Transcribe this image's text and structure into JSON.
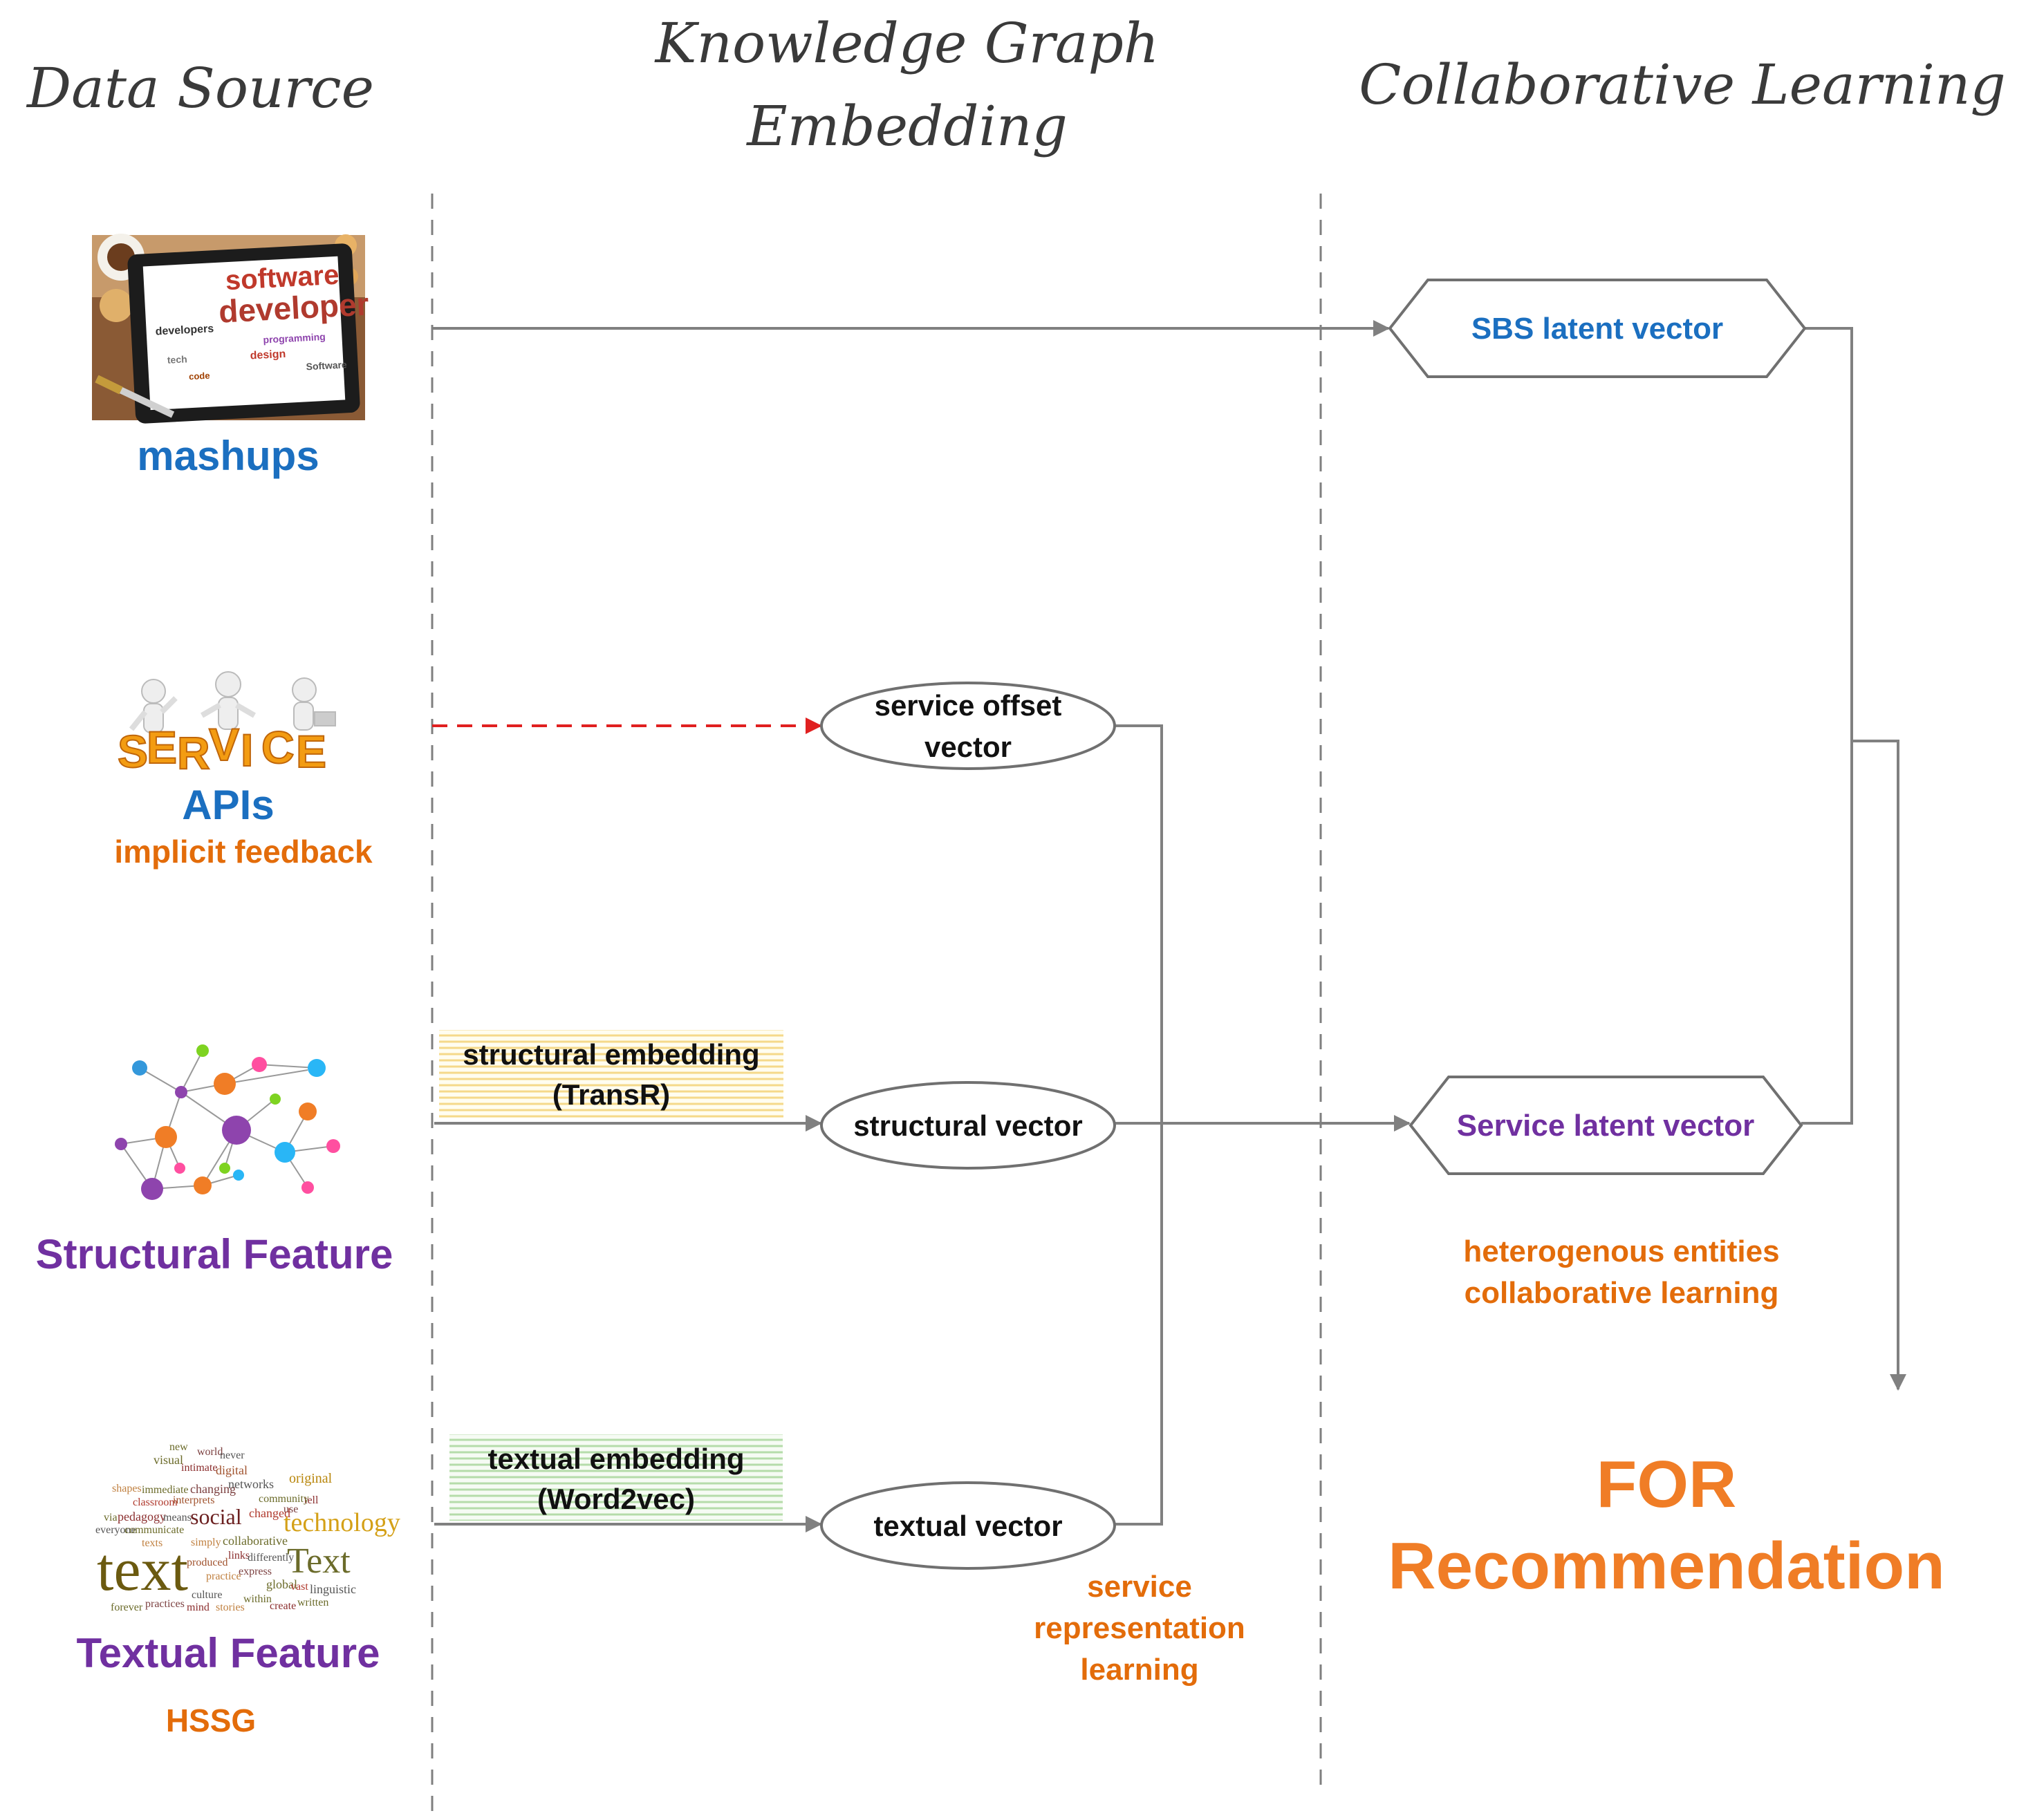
{
  "colors": {
    "blue": "#1b6fc0",
    "purple": "#7030a0",
    "orange": "#e36c0a",
    "orange_big": "#f07d26",
    "gray": "#808080",
    "red_dashed": "#e02020"
  },
  "columns": {
    "data_source": "Data Source",
    "kg_embedding_line1": "Knowledge Graph",
    "kg_embedding_line2": "Embedding",
    "collaborative": "Collaborative Learning"
  },
  "sources": {
    "mashups": {
      "label": "mashups",
      "image": "software-developer-tablet-image"
    },
    "apis": {
      "label": "APIs",
      "sublabel": "implicit feedback",
      "image": "service-figures-image"
    },
    "structural": {
      "label": "Structural Feature",
      "image": "network-graph-image"
    },
    "textual": {
      "label": "Textual Feature",
      "sublabel": "HSSG",
      "image": "word-cloud-image"
    }
  },
  "wordcloud": {
    "words": [
      "new",
      "world",
      "never",
      "visual",
      "intimate",
      "digital",
      "original",
      "shapes",
      "immediate",
      "changing",
      "networks",
      "tell",
      "classroom",
      "interprets",
      "community",
      "use",
      "via",
      "pedagogy",
      "means",
      "social",
      "changed",
      "technology",
      "everyone",
      "communicate",
      "text",
      "texts",
      "simply",
      "collaborative",
      "Text",
      "produced",
      "links",
      "differently",
      "practice",
      "express",
      "global",
      "vast",
      "linguistic",
      "forever",
      "practices",
      "mind",
      "stories",
      "within",
      "create",
      "written",
      "culture"
    ]
  },
  "embeddings": {
    "structural_line1": "structural embedding",
    "structural_line2": "(TransR)",
    "textual_line1": "textual embedding",
    "textual_line2": "(Word2vec)"
  },
  "nodes": {
    "service_offset_line1": "service offset",
    "service_offset_line2": "vector",
    "structural_vector": "structural vector",
    "textual_vector": "textual vector",
    "sbs_latent": "SBS latent vector",
    "service_latent": "Service latent vector"
  },
  "annotations": {
    "service_repr_line1": "service",
    "service_repr_line2": "representation",
    "service_repr_line3": "learning",
    "hetero_line1": "heterogenous entities",
    "hetero_line2": "collaborative learning",
    "for_line1": "FOR",
    "for_line2": "Recommendation"
  }
}
